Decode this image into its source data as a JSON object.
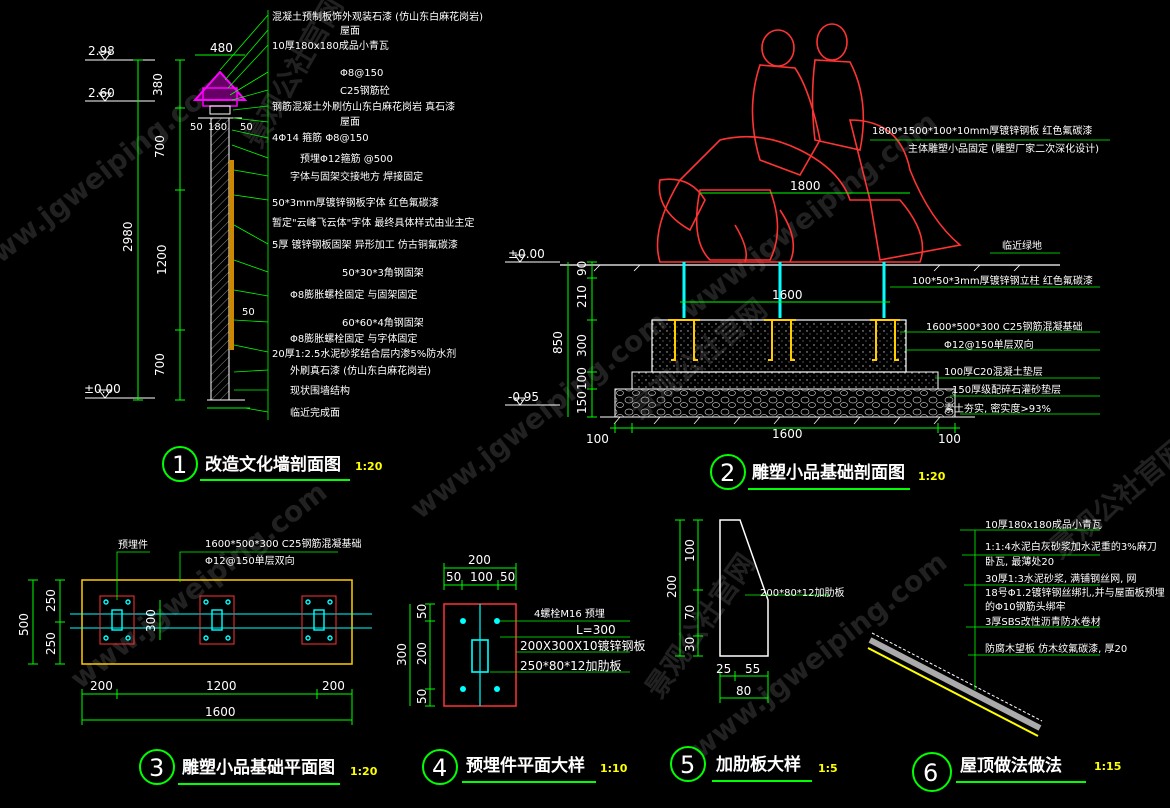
{
  "colors": {
    "background": "#000000",
    "dimension": "#00ff00",
    "section": "#ffffff",
    "leader": "#00ff00",
    "sculpture": "#ff3333",
    "roof": "#ff00ff",
    "bolt": "#ffcc00",
    "steel": "#00ffff",
    "title_scale": "#ffff00"
  },
  "watermark": "www.jgweiping.com",
  "watermark2": "景观公社官网",
  "wall": {
    "levels": [
      "2.98",
      "2.60",
      "±0.00"
    ],
    "top_width": "480",
    "small_dims": [
      "50",
      "180",
      "50"
    ],
    "vert_dims": [
      "380",
      "700",
      "1200",
      "700"
    ],
    "total_height": "2980",
    "mid_dim": "50",
    "notes": [
      "混凝土预制板饰外观装石漆 (仿山东白麻花岗岩)",
      "屋面",
      "10厚180x180成品小青瓦",
      "Φ8@150",
      "C25钢筋砼",
      "钢筋混凝土外刷仿山东白麻花岗岩 真石漆",
      "屋面",
      "4Φ14 箍筋 Φ8@150",
      "预埋Φ12箍筋 @500",
      "字体与固架交接地方 焊接固定",
      "50*3mm厚镀锌钢板字体 红色氟碳漆",
      "暂定\"云峰飞云体\"字体 最终具体样式由业主定",
      "5厚 镀锌钢板固架 异形加工 仿古铜氟碳漆",
      "50*30*3角钢固架",
      "Φ8膨胀螺栓固定 与固架固定",
      "60*60*4角钢固架",
      "Φ8膨胀螺栓固定 与字体固定",
      "20厚1:2.5水泥砂浆结合层内渗5%防水剂",
      "外刷真石漆 (仿山东白麻花岗岩)",
      "现状围墙结构",
      "临近完成面"
    ],
    "title": "改造文化墙剖面图",
    "scale": "1:20",
    "number": "1"
  },
  "sculpture": {
    "notes": [
      "1800*1500*100*10mm厚镀锌钢板 红色氟碳漆",
      "主体雕塑小品固定 (雕塑厂家二次深化设计)",
      "临近绿地",
      "100*50*3mm厚镀锌钢立柱 红色氟碳漆",
      "1600*500*300 C25钢筋混凝基础",
      "Φ12@150单层双向",
      "100厚C20混凝土垫层",
      "150厚级配碎石灌砂垫层",
      "素土夯实, 密实度>93%"
    ],
    "levels": [
      "±0.00",
      "-0.95"
    ],
    "top_dim": "1800",
    "inner_dim": "1600",
    "vert_dims": [
      "90",
      "210",
      "300",
      "100",
      "150"
    ],
    "total": "850",
    "bottom_dims": [
      "100",
      "1600",
      "100"
    ],
    "title": "雕塑小品基础剖面图",
    "scale": "1:20",
    "number": "2"
  },
  "plan": {
    "label_embed": "预埋件",
    "notes": [
      "1600*500*300 C25钢筋混凝基础",
      "Φ12@150单层双向"
    ],
    "left_dims": [
      "250",
      "250"
    ],
    "left_total": "500",
    "inner_dim": "300",
    "bottom_dims": [
      "200",
      "1200",
      "200"
    ],
    "bottom_total": "1600",
    "title": "雕塑小品基础平面图",
    "scale": "1:20",
    "number": "3"
  },
  "embed": {
    "top_total": "200",
    "top_dims": [
      "50",
      "100",
      "50"
    ],
    "left_dims": [
      "50",
      "200",
      "50"
    ],
    "left_total": "300",
    "notes": [
      "4螺栓M16 预埋",
      "L=300",
      "200X300X10镀锌钢板",
      "250*80*12加肋板"
    ],
    "title": "预埋件平面大样",
    "scale": "1:10",
    "number": "4"
  },
  "rib": {
    "left_dims": [
      "100",
      "70",
      "30"
    ],
    "left_total": "200",
    "note": "200*80*12加肋板",
    "bottom_dims": [
      "25",
      "55"
    ],
    "bottom_total": "80",
    "title": "加肋板大样",
    "scale": "1:5",
    "number": "5"
  },
  "roof": {
    "notes": [
      "10厚180x180成品小青瓦",
      "1:1:4水泥白灰砂浆加水泥重的3%麻刀",
      "卧瓦, 最薄处20",
      "30厚1:3水泥砂浆, 满铺钢丝网, 网",
      "18号Φ1.2镀锌钢丝绑扎,并与屋面板预埋",
      "的Φ10钢筋头绑牢",
      "3厚SBS改性沥青防水卷材",
      "防腐木望板 仿木纹氟碳漆, 厚20"
    ],
    "title": "屋顶做法做法",
    "scale": "1:15",
    "number": "6"
  }
}
